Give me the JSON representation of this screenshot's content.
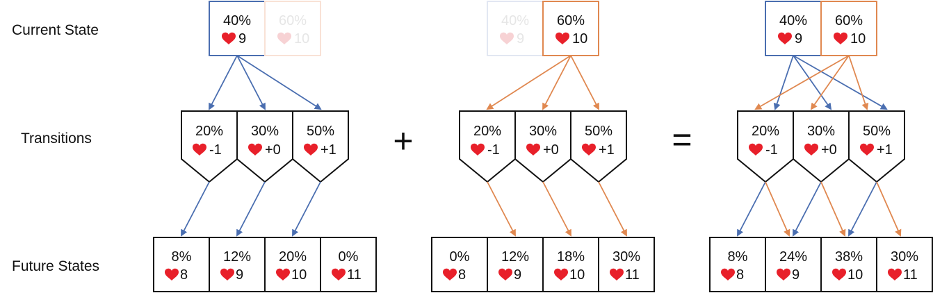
{
  "row_labels": {
    "current": "Current State",
    "transitions": "Transitions",
    "future": "Future States"
  },
  "operators": {
    "plus": "+",
    "equals": "="
  },
  "colors": {
    "blue": "#4a6eb0",
    "orange": "#e08850",
    "heart": "#e8202a",
    "faded_text": "#e6e6e6",
    "faded_heart": "#f7d2d4",
    "faded_blue": "#e2e7f2",
    "faded_orange": "#f9e2d6"
  },
  "icons": {
    "heart": "heart-icon"
  },
  "current_states": [
    {
      "pct": "40%",
      "hp": "9"
    },
    {
      "pct": "60%",
      "hp": "10"
    }
  ],
  "transitions": [
    {
      "pct": "20%",
      "delta": "-1"
    },
    {
      "pct": "30%",
      "delta": "+0"
    },
    {
      "pct": "50%",
      "delta": "+1"
    }
  ],
  "panels": [
    {
      "active": [
        0
      ],
      "future": [
        {
          "pct": "8%",
          "hp": "8"
        },
        {
          "pct": "12%",
          "hp": "9"
        },
        {
          "pct": "20%",
          "hp": "10"
        },
        {
          "pct": "0%",
          "hp": "11"
        }
      ]
    },
    {
      "active": [
        1
      ],
      "future": [
        {
          "pct": "0%",
          "hp": "8"
        },
        {
          "pct": "12%",
          "hp": "9"
        },
        {
          "pct": "18%",
          "hp": "10"
        },
        {
          "pct": "30%",
          "hp": "11"
        }
      ]
    },
    {
      "active": [
        0,
        1
      ],
      "future": [
        {
          "pct": "8%",
          "hp": "8"
        },
        {
          "pct": "24%",
          "hp": "9"
        },
        {
          "pct": "38%",
          "hp": "10"
        },
        {
          "pct": "30%",
          "hp": "11"
        }
      ]
    }
  ]
}
